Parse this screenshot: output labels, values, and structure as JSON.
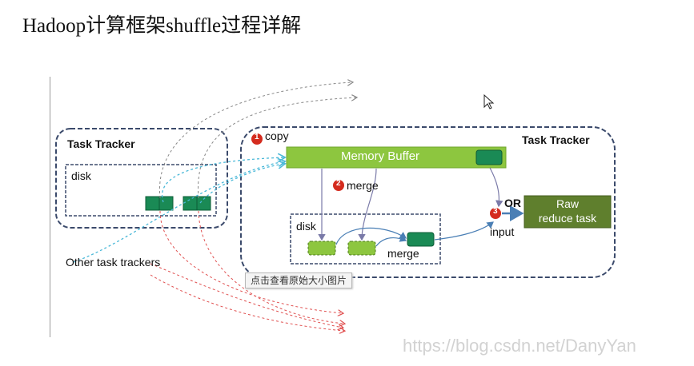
{
  "title": "Hadoop计算框架shuffle过程详解",
  "left_tracker": {
    "title": "Task Tracker",
    "disk_label": "disk"
  },
  "right_tracker": {
    "title": "Task Tracker",
    "step1": {
      "number": "1",
      "label": "copy"
    },
    "memory_buffer_label": "Memory Buffer",
    "step2": {
      "number": "2",
      "label": "merge"
    },
    "inner_disk_label": "disk",
    "inner_merge_label": "merge",
    "step3": {
      "number": "3",
      "label": "input"
    },
    "or_label": "OR",
    "raw_reduce": {
      "line1": "Raw",
      "line2": "reduce task"
    }
  },
  "other_trackers_label": "Other task trackers",
  "tooltip": "点击查看原始大小图片",
  "watermark": "https://blog.csdn.net/DanyYan",
  "colors": {
    "buffer_green": "#8dc63f",
    "dark_green": "#1a8a55",
    "raw_box": "#5f7f2d",
    "border_navy": "#3b4a6b",
    "step_red": "#d42b1e",
    "arrow_blue": "#4a7fb5",
    "arrow_red": "#e05050",
    "arrow_grey": "#888888",
    "arrow_cyan": "#49b8d8"
  }
}
